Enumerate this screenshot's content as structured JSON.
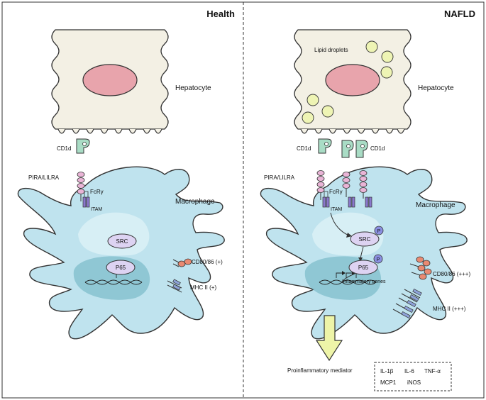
{
  "panels": {
    "left": {
      "title": "Health"
    },
    "right": {
      "title": "NAFLD"
    }
  },
  "labels": {
    "hepatocyte": "Hepatocyte",
    "cd1d": "CD1d",
    "lipid_droplets": "Lipid droplets",
    "pira_lilra": "PIRA/LILRA",
    "fcr": "FcRγ",
    "itam": "ITAM",
    "macrophage": "Macrophage",
    "src": "SRC",
    "p65": "P65",
    "p_marker": "P",
    "inflammatory_genes": "Inflammatory genes",
    "cd80_health": "CD80/86 (+)",
    "mhc_health": "MHC II (+)",
    "cd80_nafld": "CD80/86 (+++)",
    "mhc_nafld": "MHC II (+++)",
    "proinflammatory": "Proinflammatory mediator"
  },
  "mediators": [
    "IL-1β",
    "IL-6",
    "TNF-α",
    "MCP1",
    "iNOS"
  ],
  "colors": {
    "hepatocyte_fill": "#f3f0e4",
    "nucleus_fill": "#e8a4ac",
    "macrophage_fill": "#bfe3ee",
    "macrophage_nucleus": "#86c2cf",
    "macrophage_light": "#d9eff5",
    "receptor_pink": "#e9b4d6",
    "receptor_purple": "#8a78cc",
    "signal_oval": "#ddd3f2",
    "phospho": "#8a8fe0",
    "cd80": "#e98a72",
    "mhc": "#8ea2d8",
    "cd1d": "#a9dcc5",
    "lipid": "#eef4b4",
    "arrow_fill": "#eef4a8"
  }
}
